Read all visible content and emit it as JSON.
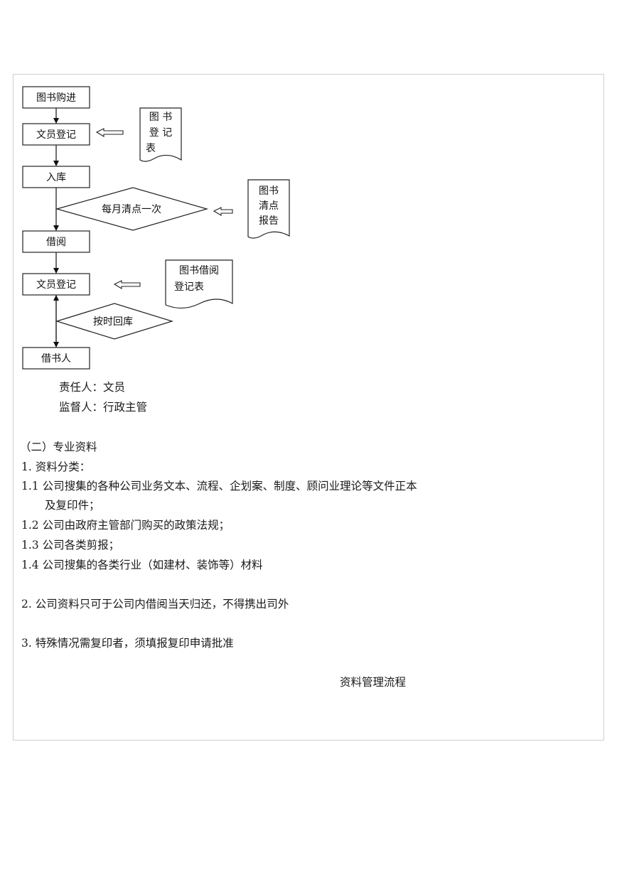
{
  "flowchart": {
    "book_purchase": "图书购进",
    "clerk_register_1": "文员登记",
    "warehousing": "入库",
    "monthly_check": "每月清点一次",
    "borrow": "借阅",
    "clerk_register_2": "文员登记",
    "return_on_time": "按时回库",
    "borrower": "借书人",
    "book_register_form": [
      "图 书",
      "登 记",
      "表"
    ],
    "book_inventory_report": [
      "图书",
      "清点",
      "报告"
    ],
    "book_borrow_register_form": [
      "图书借阅",
      "登记表"
    ]
  },
  "responsibility": {
    "responsible": "责任人：文员",
    "supervisor": "监督人：行政主管"
  },
  "section": {
    "heading": "（二）专业资料",
    "item1": "1. 资料分类：",
    "item1_1": "1.1 公司搜集的各种公司业务文本、流程、企划案、制度、顾问业理论等文件正本",
    "item1_1_cont": "及复印件；",
    "item1_2": "1.2 公司由政府主管部门购买的政策法规；",
    "item1_3": "1.3 公司各类剪报；",
    "item1_4": "1.4 公司搜集的各类行业（如建材、装饰等）材料",
    "item2": "2. 公司资料只可于公司内借阅当天归还，不得携出司外",
    "item3": "3. 特殊情况需复印者，须填报复印申请批准",
    "footer_title": "资料管理流程"
  }
}
